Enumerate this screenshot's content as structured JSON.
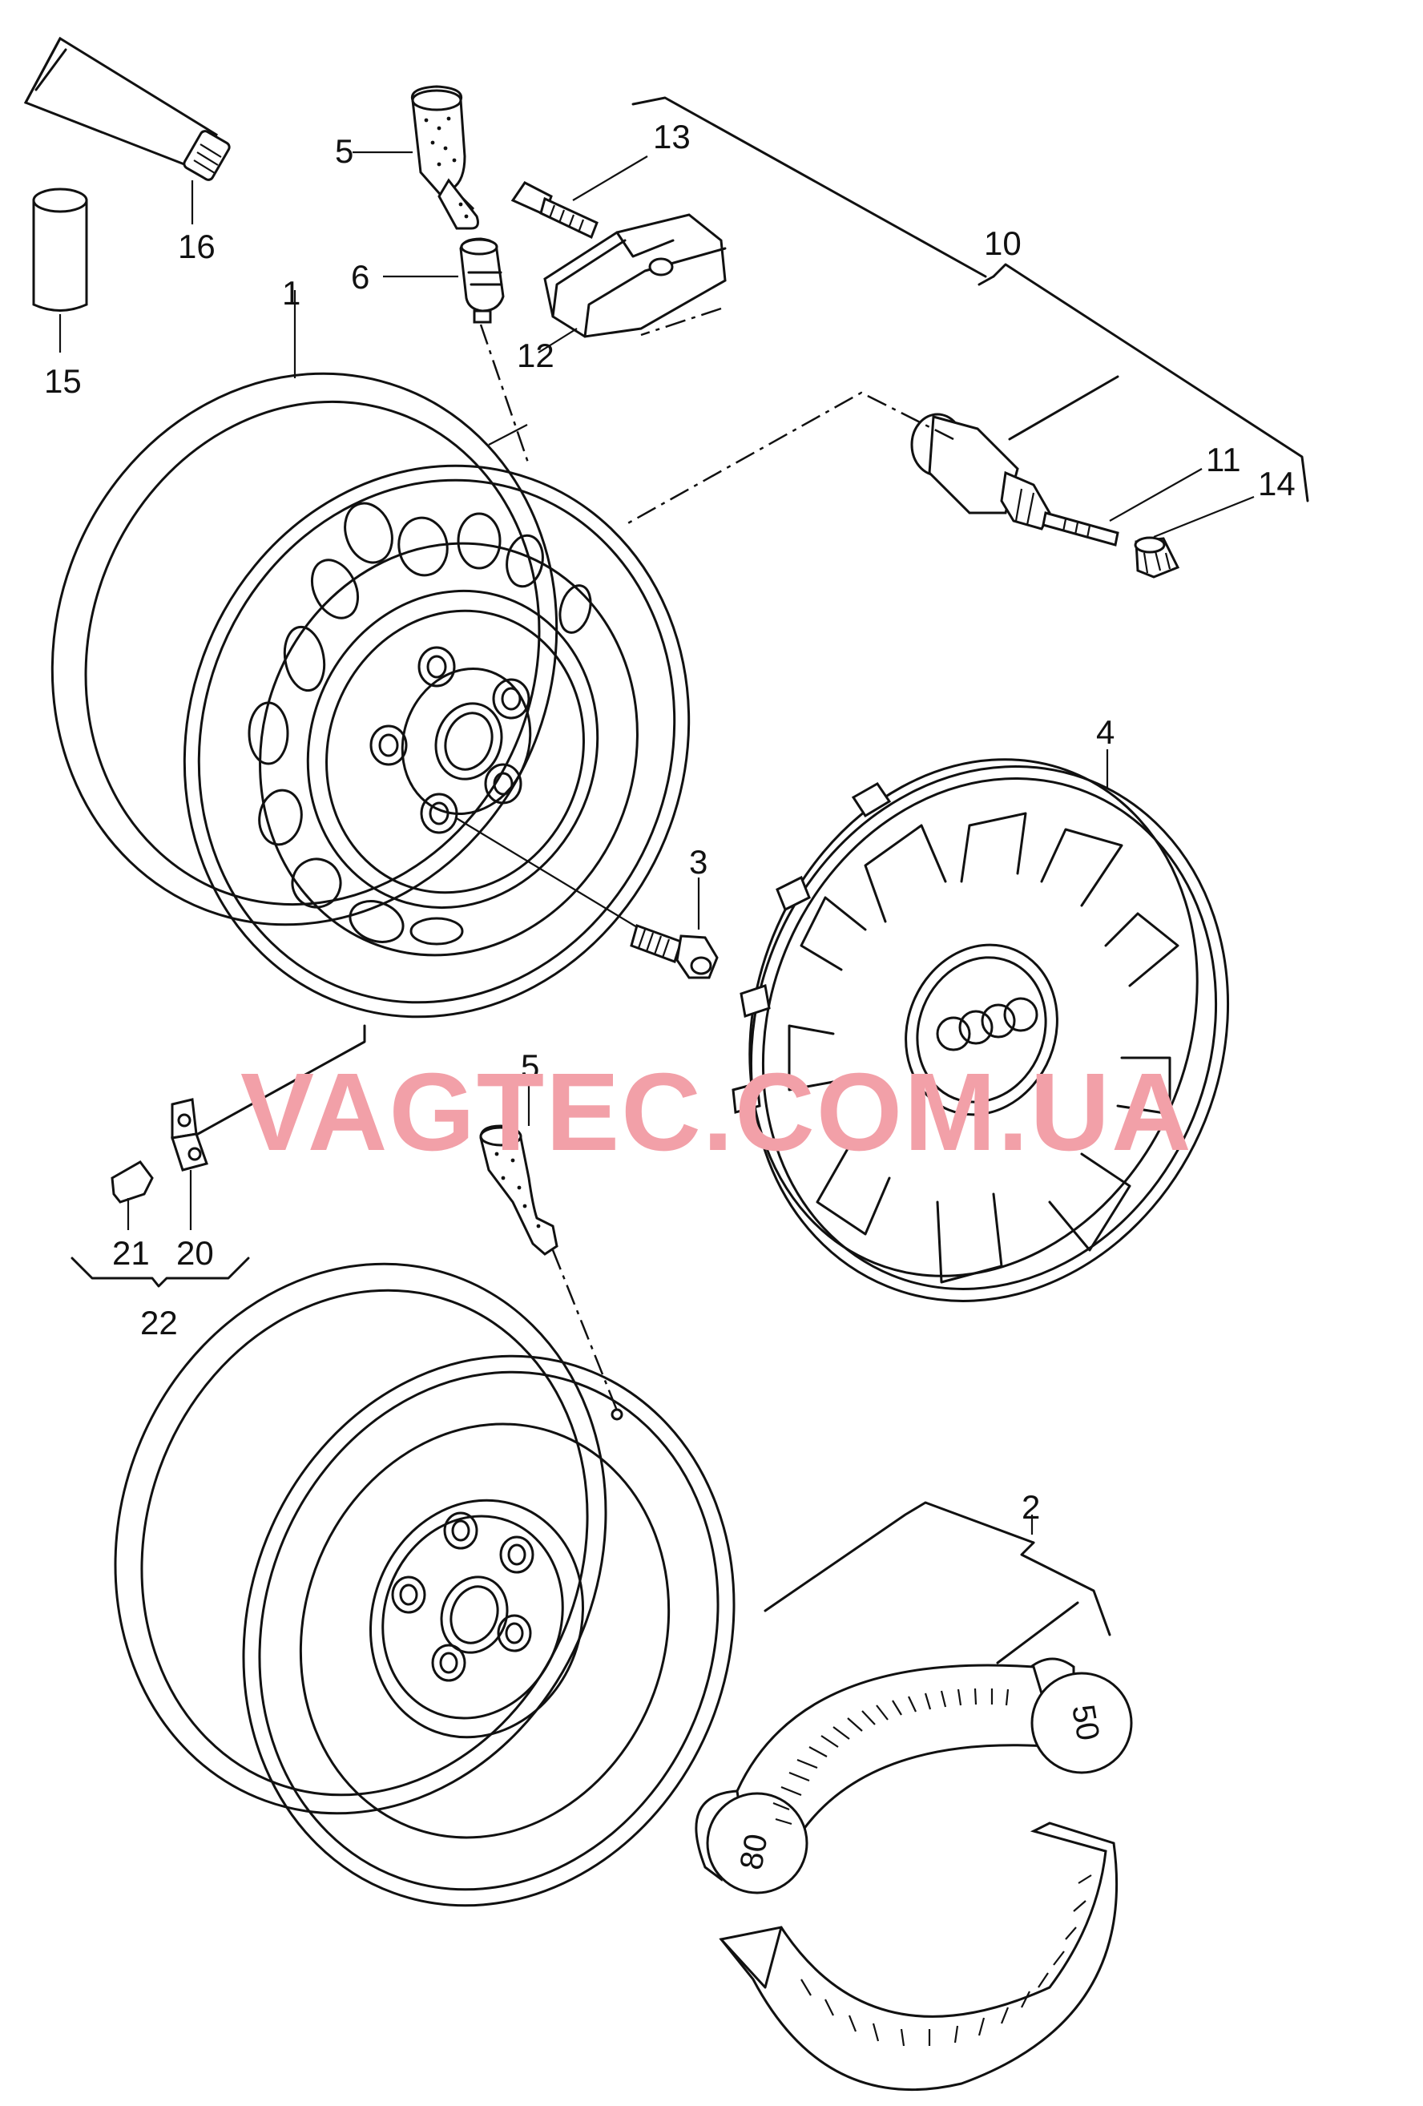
{
  "watermark": "VAGTEC.COM.UA",
  "callouts": {
    "c1": "1",
    "c2": "2",
    "c3": "3",
    "c4": "4",
    "c5a": "5",
    "c5b": "5",
    "c6": "6",
    "c10": "10",
    "c11": "11",
    "c12": "12",
    "c13": "13",
    "c14": "14",
    "c15": "15",
    "c16": "16",
    "c20": "20",
    "c21": "21",
    "c22": "22"
  },
  "scale_labels": {
    "a": "80",
    "b": "50"
  }
}
